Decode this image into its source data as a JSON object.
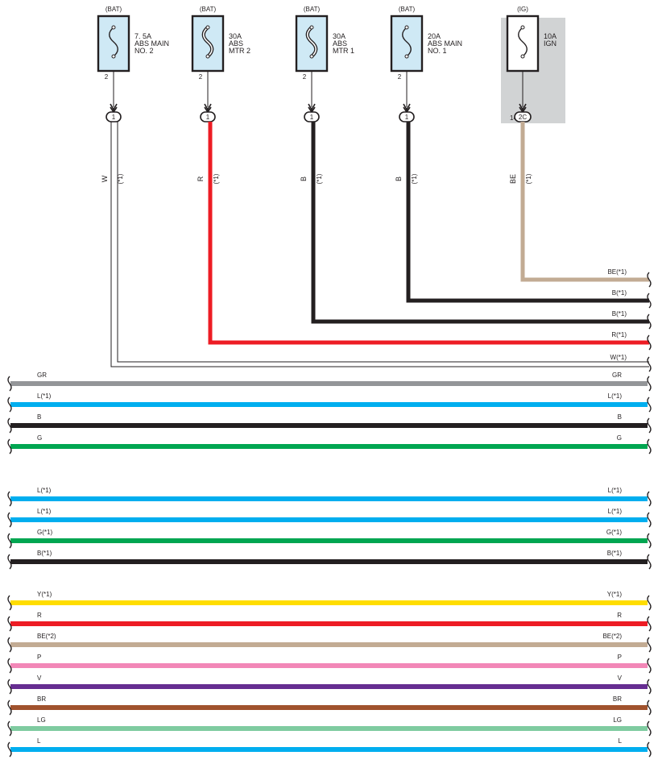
{
  "colors": {
    "W": "#ffffff",
    "R": "#ed1c24",
    "B": "#231f20",
    "BE": "#c2ab93",
    "GR": "#939598",
    "L": "#00aeef",
    "G": "#00a651",
    "Y": "#ffdd00",
    "P": "#f287b7",
    "V": "#662d91",
    "BR": "#a0522d",
    "LG": "#7fcba0",
    "fuse_fill": "#cfe9f5",
    "ig_box": "#d1d3d4"
  },
  "fuses": [
    {
      "source": "(BAT)",
      "rating": "7. 5A",
      "lines": [
        "ABS MAIN",
        "NO. 2"
      ],
      "pin": "2",
      "connector": "1",
      "wire_label": "W",
      "wire_note": "(*1)",
      "color": "W"
    },
    {
      "source": "(BAT)",
      "rating": "30A",
      "lines": [
        "ABS",
        "MTR 2"
      ],
      "pin": "2",
      "connector": "1",
      "wire_label": "R",
      "wire_note": "(*1)",
      "color": "R"
    },
    {
      "source": "(BAT)",
      "rating": "30A",
      "lines": [
        "ABS",
        "MTR 1"
      ],
      "pin": "2",
      "connector": "1",
      "wire_label": "B",
      "wire_note": "(*1)",
      "color": "B"
    },
    {
      "source": "(BAT)",
      "rating": "20A",
      "lines": [
        "ABS MAIN",
        "NO. 1"
      ],
      "pin": "2",
      "connector": "1",
      "wire_label": "B",
      "wire_note": "(*1)",
      "color": "B"
    },
    {
      "source": "(IG)",
      "rating": "10A",
      "lines": [
        "IGN"
      ],
      "pin": "14",
      "connector": "2C",
      "wire_label": "BE",
      "wire_note": "(*1)",
      "color": "BE"
    }
  ],
  "fuse_wire_ends": [
    {
      "label": "BE(*1)",
      "color": "BE"
    },
    {
      "label": "B(*1)",
      "color": "B"
    },
    {
      "label": "B(*1)",
      "color": "B"
    },
    {
      "label": "R(*1)",
      "color": "R"
    },
    {
      "label": "W(*1)",
      "color": "W"
    }
  ],
  "wire_groups": [
    [
      {
        "left": "GR",
        "right": "GR",
        "color": "GR"
      },
      {
        "left": "L(*1)",
        "right": "L(*1)",
        "color": "L"
      },
      {
        "left": "B",
        "right": "B",
        "color": "B"
      },
      {
        "left": "G",
        "right": "G",
        "color": "G"
      }
    ],
    [
      {
        "left": "L(*1)",
        "right": "L(*1)",
        "color": "L"
      },
      {
        "left": "L(*1)",
        "right": "L(*1)",
        "color": "L"
      },
      {
        "left": "G(*1)",
        "right": "G(*1)",
        "color": "G"
      },
      {
        "left": "B(*1)",
        "right": "B(*1)",
        "color": "B"
      }
    ],
    [
      {
        "left": "Y(*1)",
        "right": "Y(*1)",
        "color": "Y"
      },
      {
        "left": "R",
        "right": "R",
        "color": "R"
      },
      {
        "left": "BE(*2)",
        "right": "BE(*2)",
        "color": "BE"
      },
      {
        "left": "P",
        "right": "P",
        "color": "P"
      },
      {
        "left": "V",
        "right": "V",
        "color": "V"
      },
      {
        "left": "BR",
        "right": "BR",
        "color": "BR"
      },
      {
        "left": "LG",
        "right": "LG",
        "color": "LG"
      },
      {
        "left": "L",
        "right": "L",
        "color": "L"
      }
    ]
  ]
}
